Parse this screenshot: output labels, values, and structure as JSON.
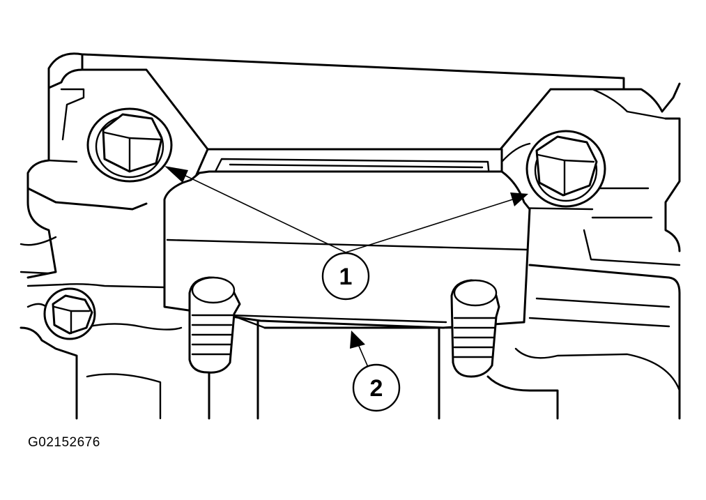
{
  "figure": {
    "id_label": "G02152676"
  },
  "callouts": [
    {
      "number": "1"
    },
    {
      "number": "2"
    }
  ],
  "colors": {
    "ink": "#000000",
    "paper": "#ffffff"
  }
}
